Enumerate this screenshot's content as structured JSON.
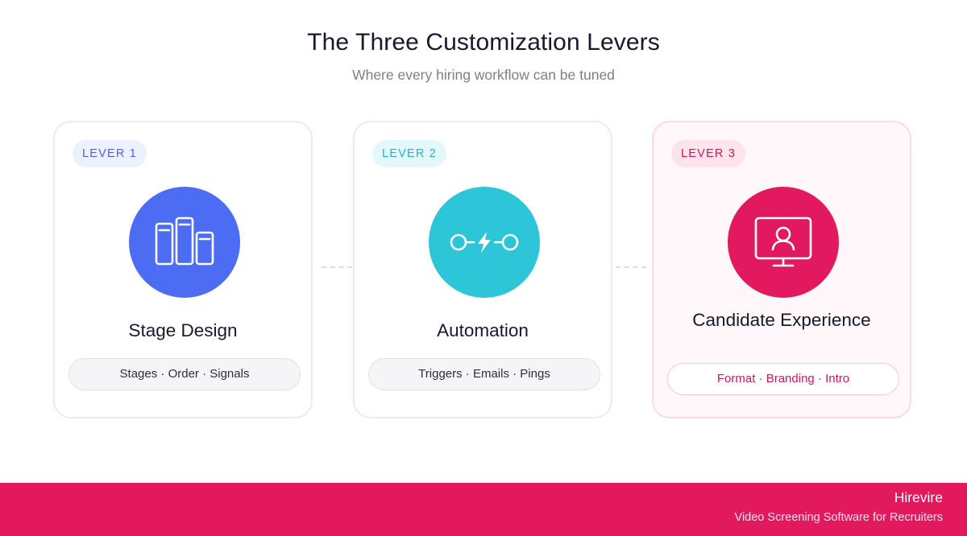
{
  "header": {
    "title": "The Three Customization Levers",
    "subtitle": "Where every hiring workflow can be tuned"
  },
  "levers": [
    {
      "badge": "LEVER 1",
      "title": "Stage Design",
      "tags": "Stages · Order · Signals",
      "icon": "pipeline-stages-icon",
      "color": "#4b6cf3"
    },
    {
      "badge": "LEVER 2",
      "title": "Automation",
      "tags": "Triggers · Emails · Pings",
      "icon": "automation-link-icon",
      "color": "#2cc6d8"
    },
    {
      "badge": "LEVER 3",
      "title": "Candidate Experience",
      "tags": "Format · Branding · Intro",
      "icon": "candidate-monitor-icon",
      "color": "#e3195f",
      "highlighted": true
    }
  ],
  "footer": {
    "brand": "Hirevire",
    "tagline": "Video Screening Software for Recruiters",
    "color": "#e21a5d"
  }
}
